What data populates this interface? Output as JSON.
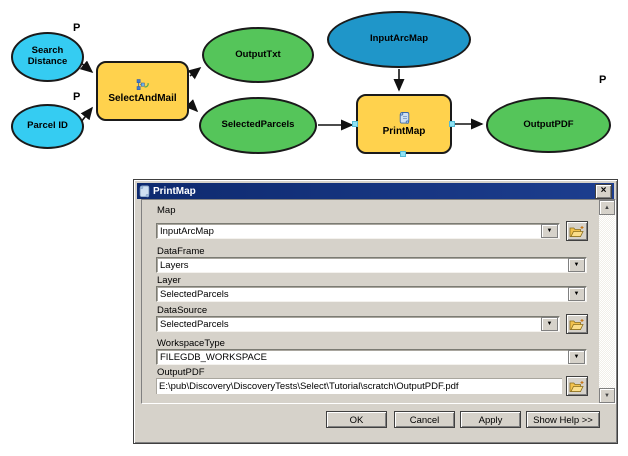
{
  "diagram": {
    "p_marker": "P",
    "nodes": [
      {
        "id": "search-distance",
        "label": "Search Distance",
        "type": "input-variable"
      },
      {
        "id": "parcel-id",
        "label": "Parcel ID",
        "type": "input-variable"
      },
      {
        "id": "select-and-mail",
        "label": "SelectAndMail",
        "type": "tool"
      },
      {
        "id": "output-txt",
        "label": "OutputTxt",
        "type": "output"
      },
      {
        "id": "selected-parcels",
        "label": "SelectedParcels",
        "type": "output"
      },
      {
        "id": "input-arcmap",
        "label": "InputArcMap",
        "type": "input-variable-dark"
      },
      {
        "id": "print-map",
        "label": "PrintMap",
        "type": "tool"
      },
      {
        "id": "output-pdf",
        "label": "OutputPDF",
        "type": "output"
      }
    ],
    "colors": {
      "input_variable": "#35CCF2",
      "input_variable_dark": "#1F96C9",
      "output": "#55C55A",
      "tool": "#FFD24D"
    }
  },
  "dialog": {
    "title": "PrintMap",
    "fields": [
      {
        "label": "Map",
        "value": "InputArcMap",
        "control": "combo",
        "browse": true
      },
      {
        "label": "DataFrame",
        "value": "Layers",
        "control": "combo",
        "browse": false
      },
      {
        "label": "Layer",
        "value": "SelectedParcels",
        "control": "combo",
        "browse": false
      },
      {
        "label": "DataSource",
        "value": "SelectedParcels",
        "control": "combo",
        "browse": true
      },
      {
        "label": "WorkspaceType",
        "value": "FILEGDB_WORKSPACE",
        "control": "combo",
        "browse": false
      },
      {
        "label": "OutputPDF",
        "value": "E:\\pub\\Discovery\\DiscoveryTests\\Select\\Tutorial\\scratch\\OutputPDF.pdf",
        "control": "text",
        "browse": true
      }
    ],
    "buttons": [
      "OK",
      "Cancel",
      "Apply",
      "Show Help >>"
    ],
    "colors": {
      "titlebar": "#0E2A6F",
      "dialog_bg": "#D6D2CA"
    }
  },
  "icons": {
    "close": "×",
    "dropdown_arrow": "▼",
    "scroll_up_arrow": "▲",
    "scroll_down_arrow": "▼"
  }
}
